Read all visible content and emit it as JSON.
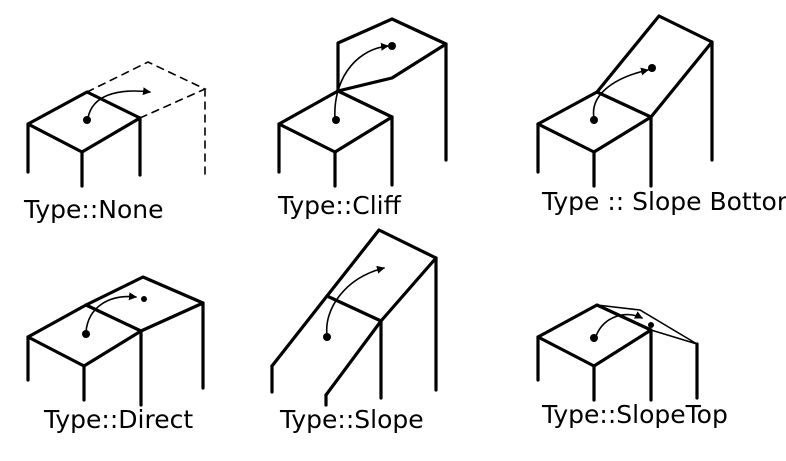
{
  "panels": [
    {
      "id": "none",
      "label": "Type::None"
    },
    {
      "id": "cliff",
      "label": "Type::Cliff"
    },
    {
      "id": "slope-bottom",
      "label": "Type :: Slope Bottom"
    },
    {
      "id": "direct",
      "label": "Type::Direct"
    },
    {
      "id": "slope",
      "label": "Type::Slope"
    },
    {
      "id": "slope-top",
      "label": "Type::SlopeTop"
    }
  ]
}
